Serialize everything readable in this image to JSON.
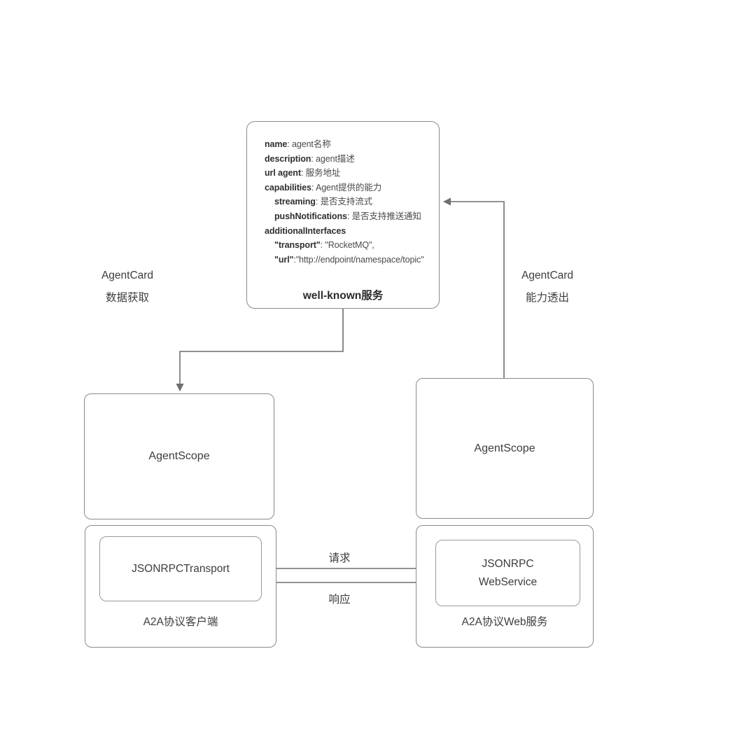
{
  "diagram": {
    "title": "A2A AgentCard / well-known 服务 架构图",
    "colors": {
      "background": "#ffffff",
      "stroke": "#8a8a8a",
      "text": "#3d3d3d",
      "bold_text": "#2b2b2b"
    }
  },
  "wellknown_card": {
    "title": "well-known服务",
    "fields": [
      {
        "key": "name",
        "sep": ": ",
        "value": "agent名称",
        "indent": false
      },
      {
        "key": "description",
        "sep": ": ",
        "value": "agent描述",
        "indent": false
      },
      {
        "key": "url agent",
        "sep": ": ",
        "value": "服务地址",
        "indent": false
      },
      {
        "key": "capabilities",
        "sep": ": ",
        "value": "Agent提供的能力",
        "indent": false
      },
      {
        "key": "streaming",
        "sep": ": ",
        "value": "是否支持流式",
        "indent": true
      },
      {
        "key": "pushNotifications",
        "sep": ": ",
        "value": "是否支持推送通知",
        "indent": true
      },
      {
        "key": "additionalInterfaces",
        "sep": "",
        "value": "",
        "indent": false
      },
      {
        "key": "\"transport\"",
        "sep": ": ",
        "value": "\"RocketMQ\",",
        "indent": true,
        "quoted": true
      },
      {
        "key": "\"url\"",
        "sep": ":",
        "value": "\"http://endpoint/namespace/topic\"",
        "indent": true,
        "quoted": true
      }
    ]
  },
  "nodes": {
    "scope_left": {
      "label": "AgentScope"
    },
    "scope_right": {
      "label": "AgentScope"
    },
    "a2a_client": {
      "label": "A2A协议客户端",
      "inner_label": "JSONRPCTransport"
    },
    "a2a_server": {
      "label": "A2A协议Web服务",
      "inner_line1": "JSONRPC",
      "inner_line2": "WebService"
    }
  },
  "annotations": {
    "left": {
      "line1": "AgentCard",
      "line2": "数据获取"
    },
    "right": {
      "line1": "AgentCard",
      "line2": "能力透出"
    }
  },
  "edge_labels": {
    "request": "请求",
    "response": "响应"
  }
}
